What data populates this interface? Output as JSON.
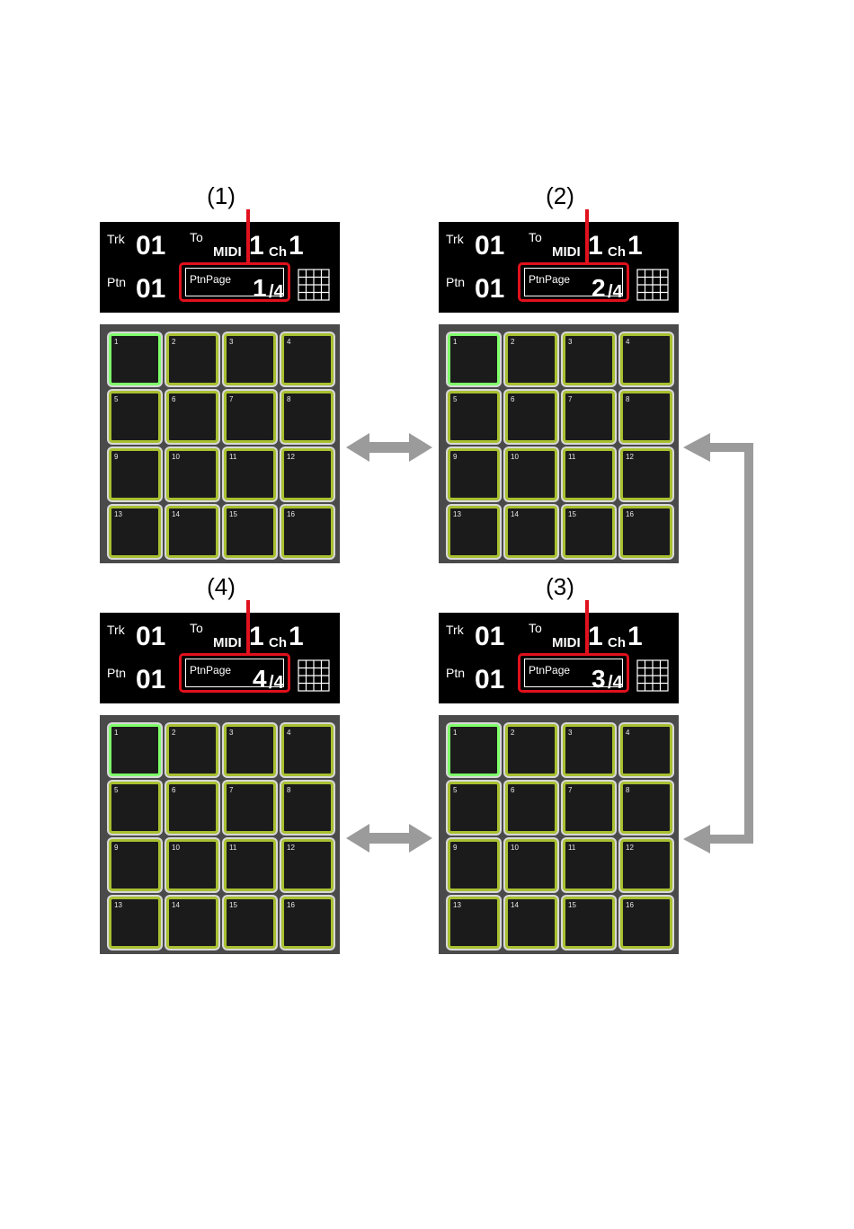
{
  "labels": {
    "trk": "Trk",
    "ptn": "Ptn",
    "to": "To",
    "midi": "MIDI",
    "ch": "Ch",
    "ptn_page": "PtnPage"
  },
  "panels": [
    {
      "id": "p1",
      "callout": "(1)",
      "trk_value": "01",
      "ptn_value": "01",
      "midi_value": "1",
      "ch_value": "1",
      "page": "1",
      "page_total": "/4"
    },
    {
      "id": "p2",
      "callout": "(2)",
      "trk_value": "01",
      "ptn_value": "01",
      "midi_value": "1",
      "ch_value": "1",
      "page": "2",
      "page_total": "/4"
    },
    {
      "id": "p4",
      "callout": "(4)",
      "trk_value": "01",
      "ptn_value": "01",
      "midi_value": "1",
      "ch_value": "1",
      "page": "4",
      "page_total": "/4"
    },
    {
      "id": "p3",
      "callout": "(3)",
      "trk_value": "01",
      "ptn_value": "01",
      "midi_value": "1",
      "ch_value": "1",
      "page": "3",
      "page_total": "/4"
    }
  ],
  "pads": [
    "1",
    "2",
    "3",
    "4",
    "5",
    "6",
    "7",
    "8",
    "9",
    "10",
    "11",
    "12",
    "13",
    "14",
    "15",
    "16"
  ],
  "colors": {
    "callout_red": "#e0111d",
    "pad_border": "#a8c030",
    "pad_active": "#7fff6a",
    "arrow_gray": "#9b9b9b"
  },
  "icons": [
    "grid-icon",
    "double-arrow-icon",
    "return-arrow-icon"
  ]
}
